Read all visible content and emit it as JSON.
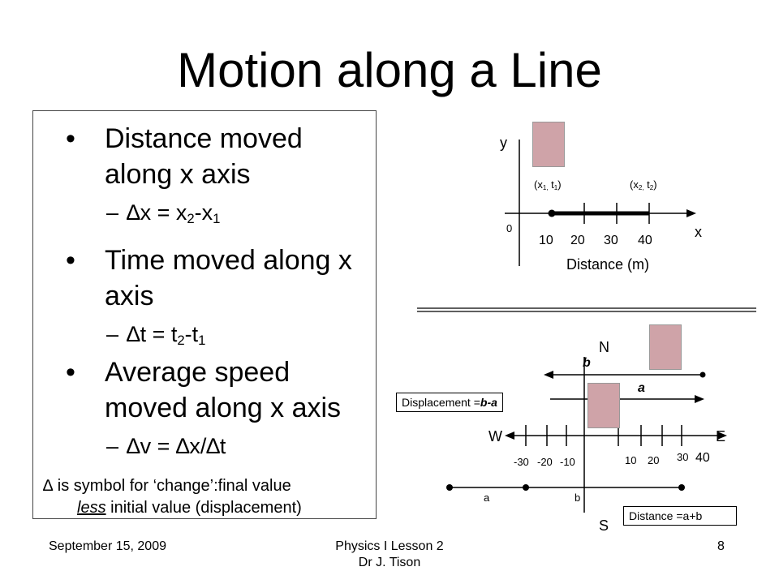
{
  "title": "Motion along a Line",
  "bullets": {
    "b1_line1": "Distance moved",
    "b1_line2": "along x axis",
    "b1_sub_pre": "x = x",
    "b1_sub_2": "2",
    "b1_sub_mid": "-x",
    "b1_sub_1": "1",
    "b2_line1": "Time moved along x",
    "b2_line2": "axis",
    "b2_sub_pre": "t = t",
    "b2_sub_2": "2",
    "b2_sub_mid": "-t",
    "b2_sub_1": "1",
    "b3_line1": "Average speed",
    "b3_line2": "moved along x axis",
    "b3_sub": "v = ∆x/∆t",
    "delta": "∆",
    "dash": "–",
    "bullet_glyph": "•",
    "note_line1": "∆ is symbol for ‘change’:final value",
    "note_less": "less",
    "note_line2_rest": " initial value (displacement)"
  },
  "graph1": {
    "y_label": "y",
    "x_label": "x",
    "origin": "0",
    "p1_x": "x",
    "p1_xsub": "1,",
    "p1_t": " t",
    "p1_tsub": "1",
    "p2_x": "x",
    "p2_xsub": "2,",
    "p2_t": " t",
    "p2_tsub": "2",
    "open_paren": "(",
    "close_paren": ")",
    "ticks": [
      "10",
      "20",
      "30",
      "40"
    ],
    "axis_title": "Distance (m)"
  },
  "graph2": {
    "north": "N",
    "south": "S",
    "west": "W",
    "east": "E",
    "b_label": "b",
    "a_label": "a",
    "displacement_prefix": "Displacement =",
    "displacement_expr": "b-a",
    "neg_ticks": [
      "-30",
      "-20",
      "-10"
    ],
    "pos_ticks": [
      "10",
      "20",
      "30",
      "40"
    ],
    "bottom_a": "a",
    "bottom_b": "b",
    "distance_label": "Distance =a+b"
  },
  "footer": {
    "date": "September 15, 2009",
    "course_line1": "Physics I Lesson 2",
    "course_line2": "Dr J. Tison",
    "page": "8"
  }
}
